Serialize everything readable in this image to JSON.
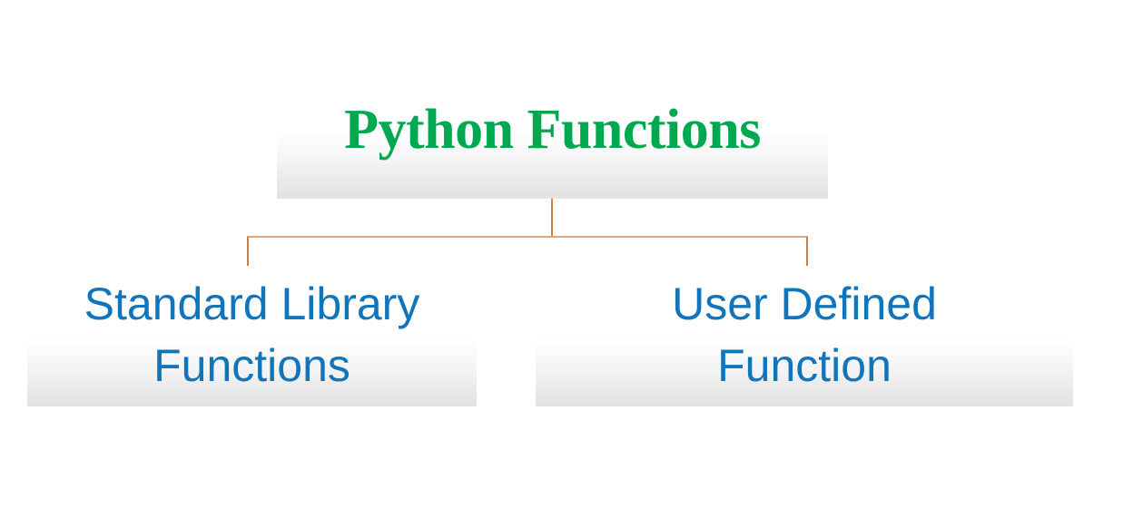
{
  "diagram": {
    "type": "hierarchy-tree",
    "title": "Python Functions",
    "colors": {
      "title_text": "#00a84f",
      "node_text": "#1175bb",
      "connector": "#c98244",
      "connector_bar": "#e0a578",
      "plate_top": "#ffffff",
      "plate_bottom": "#e2e2e2",
      "background": "#ffffff"
    },
    "root": {
      "label": "Python Functions"
    },
    "children": [
      {
        "label": "Standard Library\nFunctions",
        "line1": "Standard Library",
        "line2": "Functions"
      },
      {
        "label": "User Defined\nFunction",
        "line1": "User Defined",
        "line2": "Function"
      }
    ]
  }
}
